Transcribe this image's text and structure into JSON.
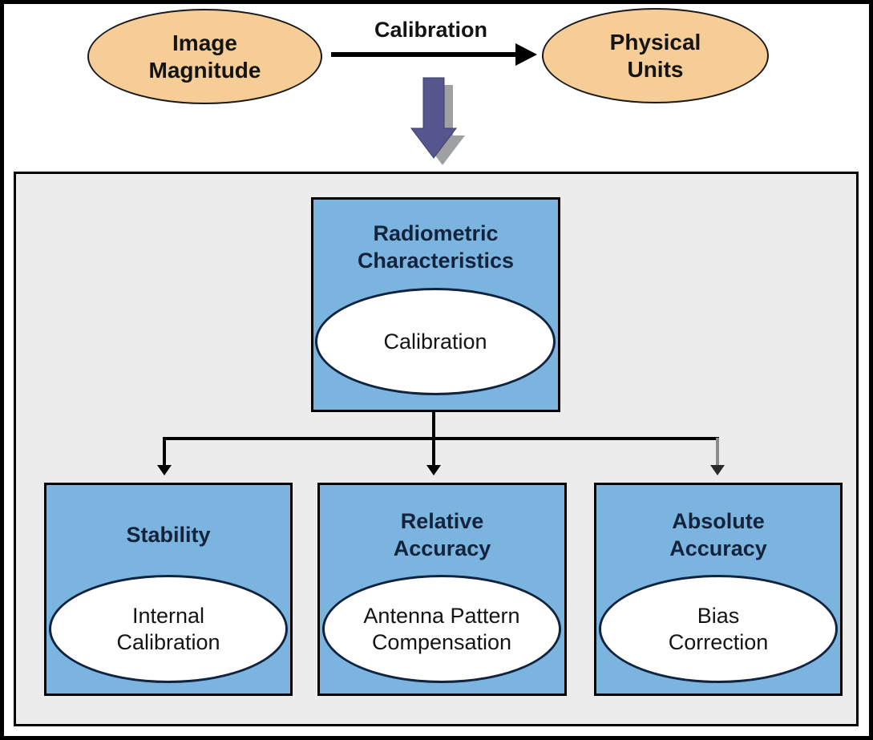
{
  "colors": {
    "node_fill_orange": "#f6cc97",
    "box_fill_blue": "#7cb4e0",
    "title_navy": "#14233c",
    "container_gray": "#ebeceb",
    "block_arrow_purple": "#56568e",
    "block_arrow_shadow": "#9fa0a2",
    "line_black": "#000000"
  },
  "top_flow": {
    "source_label": "Image\nMagnitude",
    "arrow_label": "Calibration",
    "target_label": "Physical\nUnits"
  },
  "tree": {
    "root": {
      "title": "Radiometric\nCharacteristics",
      "ellipse_label": "Calibration"
    },
    "children": [
      {
        "title": "Stability",
        "ellipse_label": "Internal\nCalibration"
      },
      {
        "title": "Relative\nAccuracy",
        "ellipse_label": "Antenna Pattern\nCompensation"
      },
      {
        "title": "Absolute\nAccuracy",
        "ellipse_label": "Bias\nCorrection"
      }
    ]
  }
}
